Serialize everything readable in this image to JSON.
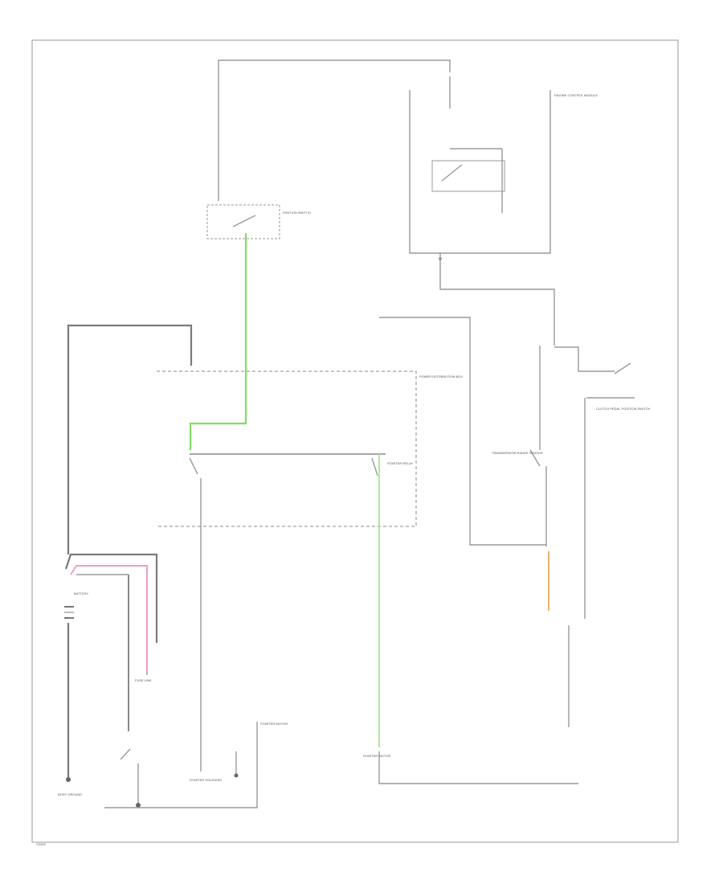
{
  "colors": {
    "wire": "#9a9a9a",
    "green_wire": "#7fe060",
    "light_green_wire": "#a8e88e",
    "pink_wire": "#f0a0b4",
    "orange_wire": "#f0b070",
    "border": "#999999"
  },
  "labels": {
    "ignition_switch": "IGNITION SWITCH",
    "power_distribution_box": "POWER DISTRIBUTION BOX",
    "battery": "BATTERY",
    "starter_motor": "STARTER MOTOR",
    "starter_relay": "STARTER RELAY",
    "clutch_pedal_switch": "CLUTCH PEDAL POSITION SWITCH",
    "engine_control_module": "ENGINE CONTROL MODULE",
    "starter_solenoid": "STARTER SOLENOID",
    "transmission_range_sensor": "TRANSMISSION RANGE SENSOR",
    "body_ground": "BODY GROUND",
    "fuse_link": "FUSE LINK",
    "figure_id": "C0000"
  }
}
